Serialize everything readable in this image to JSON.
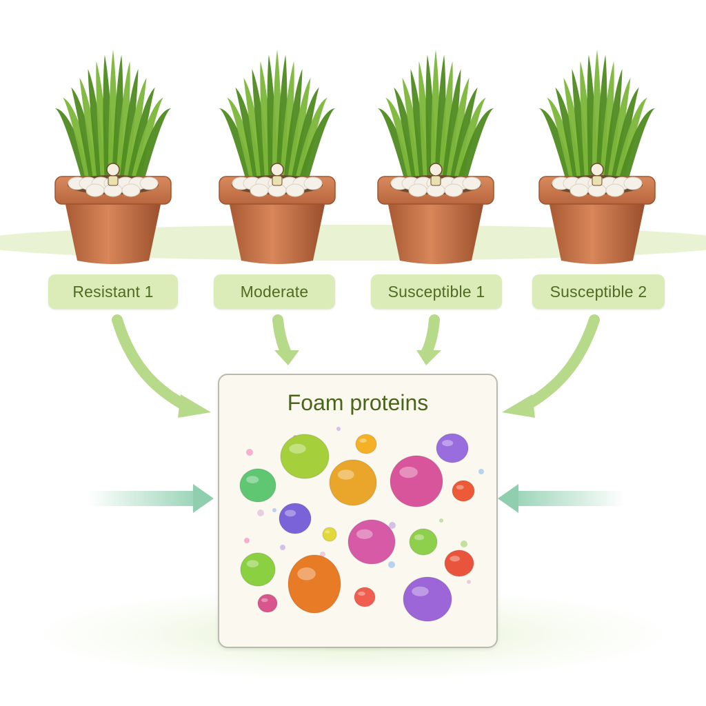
{
  "labels": [
    "Resistant 1",
    "Moderate",
    "Susceptible 1",
    "Susceptible 2"
  ],
  "foam_box": {
    "title": "Foam proteins"
  },
  "colors": {
    "pot": "#c8754a",
    "pot_dark": "#9c5430",
    "grass": "#7cb63a",
    "grass_dark": "#4f8b20",
    "arrow": "#b7d98a",
    "side_arrow": "#8fcfb0",
    "label_bg": "#dcecb8",
    "label_text": "#4f6b22",
    "ground": "#e6f2cf"
  },
  "proteins": [
    {
      "color": "#a6cf3c"
    },
    {
      "color": "#f4b125"
    },
    {
      "color": "#e9a62a"
    },
    {
      "color": "#d9559b"
    },
    {
      "color": "#9a6ddf"
    },
    {
      "color": "#5fc772"
    },
    {
      "color": "#7a63d8"
    },
    {
      "color": "#d65aa6"
    },
    {
      "color": "#8ed04b"
    },
    {
      "color": "#ec5a37"
    },
    {
      "color": "#8bd041"
    },
    {
      "color": "#e87b26"
    },
    {
      "color": "#ef5e4f"
    },
    {
      "color": "#9c66d8"
    },
    {
      "color": "#d9558e"
    },
    {
      "color": "#e9553c"
    },
    {
      "color": "#e2d83a"
    }
  ]
}
